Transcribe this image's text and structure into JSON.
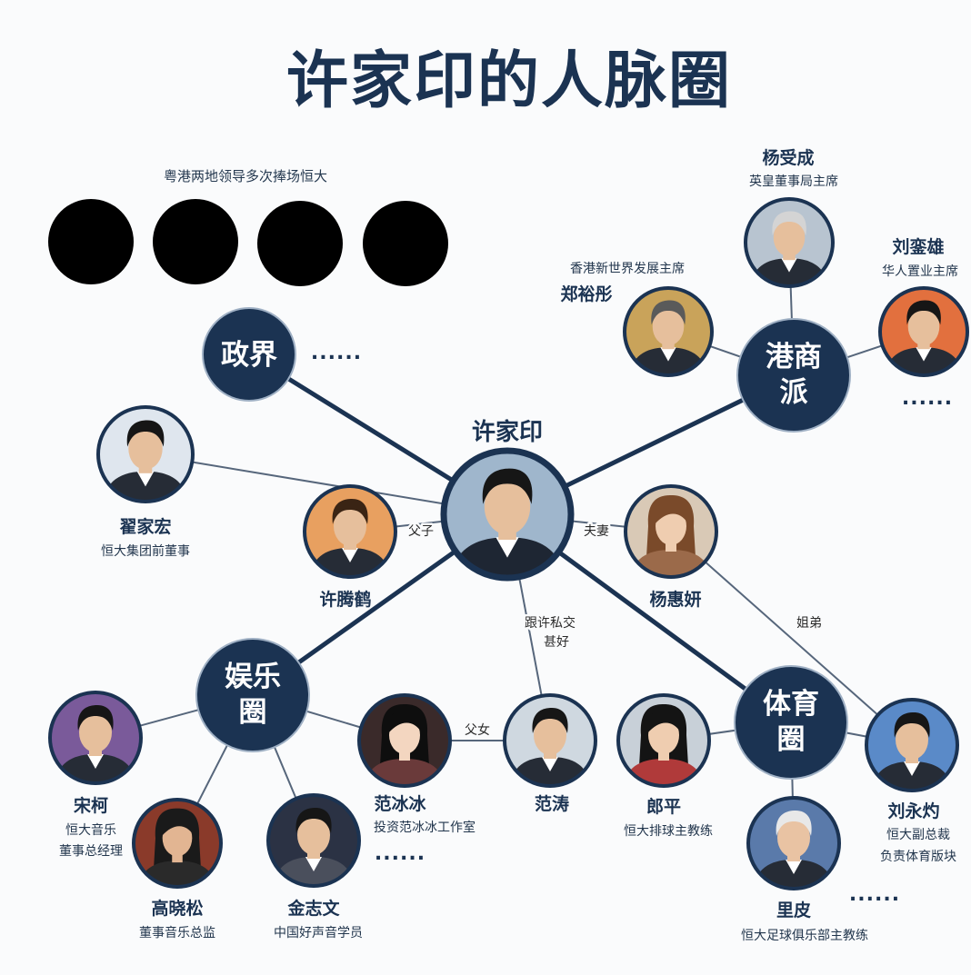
{
  "title": "许家印的人脉圈",
  "caption": "粤港两地领导多次捧场恒大",
  "colors": {
    "navy": "#1b3352",
    "line": "#56667b",
    "background": "#fafbfc",
    "redacted": "#000000"
  },
  "center": {
    "name": "许家印"
  },
  "hubs": {
    "politics": {
      "line1": "政界"
    },
    "hk_business": {
      "line1": "港商",
      "line2": "派"
    },
    "entertainment": {
      "line1": "娱乐",
      "line2": "圈"
    },
    "sports": {
      "line1": "体育",
      "line2": "圈"
    }
  },
  "people": {
    "yang_shoucheng": {
      "name": "杨受成",
      "title": "英皇董事局主席"
    },
    "zheng_yutong": {
      "name": "郑裕彤",
      "title": "香港新世界发展主席"
    },
    "liu_luanxiong": {
      "name": "刘銮雄",
      "title": "华人置业主席"
    },
    "zhai_jiahong": {
      "name": "翟家宏",
      "title": "恒大集团前董事"
    },
    "xu_tenghe": {
      "name": "许腾鹤"
    },
    "yang_huiyan": {
      "name": "杨惠妍"
    },
    "fan_bingbing": {
      "name": "范冰冰",
      "title": "投资范冰冰工作室"
    },
    "fan_tao": {
      "name": "范涛"
    },
    "song_ke": {
      "name": "宋柯",
      "title1": "恒大音乐",
      "title2": "董事总经理"
    },
    "gao_xiaosong": {
      "name": "高晓松",
      "title": "董事音乐总监"
    },
    "jin_zhiwen": {
      "name": "金志文",
      "title": "中国好声音学员"
    },
    "lang_ping": {
      "name": "郎平",
      "title": "恒大排球主教练"
    },
    "lippi": {
      "name": "里皮",
      "title": "恒大足球俱乐部主教练"
    },
    "liu_yongzhuo": {
      "name": "刘永灼",
      "title1": "恒大副总裁",
      "title2": "负责体育版块"
    }
  },
  "relations": {
    "father_son": "父子",
    "husband_wife": "夫妻",
    "father_daughter": "父女",
    "siblings": "姐弟",
    "close_friends_1": "跟许私交",
    "close_friends_2": "甚好"
  },
  "more": {
    "politics": "......",
    "hk_business": "......",
    "entertainment": "......",
    "sports": "......"
  }
}
